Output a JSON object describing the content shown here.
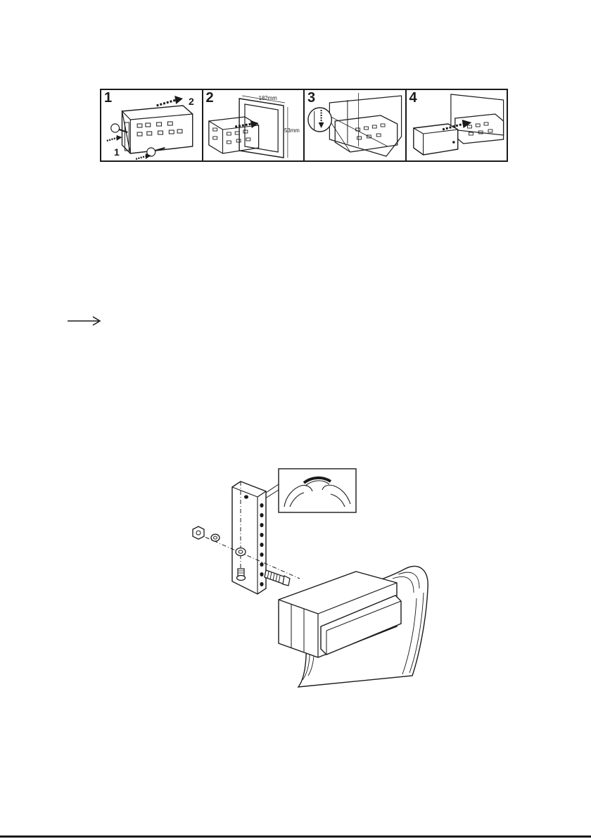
{
  "installation_steps": [
    {
      "number": "1",
      "labels": [
        "1",
        "2"
      ]
    },
    {
      "number": "2",
      "dimensions": [
        "182mm",
        "53mm"
      ]
    },
    {
      "number": "3"
    },
    {
      "number": "4"
    }
  ],
  "icons": {
    "note_arrow": "right-arrow-icon",
    "bracket_figure": "mounting-bracket-illustration"
  }
}
